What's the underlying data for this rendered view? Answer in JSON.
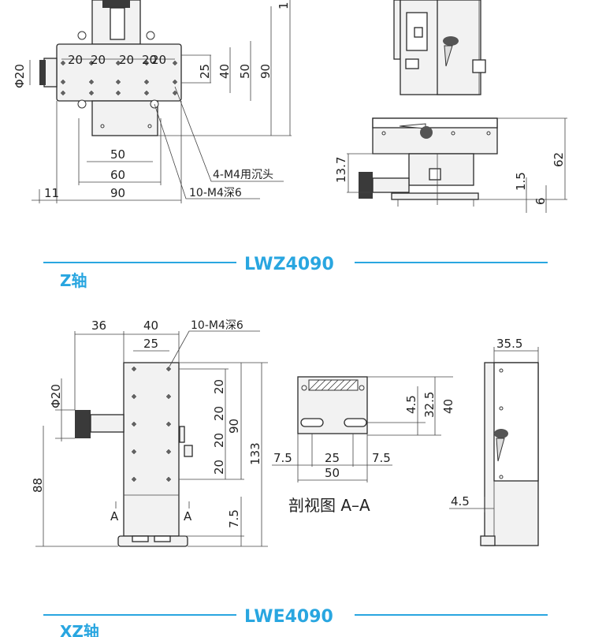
{
  "top_section": {
    "top_view_dims": {
      "pitch": [
        "20",
        "20",
        "20",
        "20",
        "20"
      ],
      "vertical": [
        "25",
        "40",
        "50",
        "90"
      ],
      "bottom": [
        "50",
        "60",
        "90"
      ],
      "knob_dia": "Φ20",
      "left_offset": "11",
      "cut_top": "1"
    },
    "callout_counterbore": "4-M4用沉头",
    "callout_thread": "10-M4深6",
    "side_view_dims": {
      "height": "62",
      "left": "13.7",
      "gap": "1.5",
      "base": "6"
    }
  },
  "section_z": {
    "banner": "LWZ4090",
    "axis_label": "Z轴",
    "front_dims": {
      "top": [
        "36",
        "40"
      ],
      "inner": "25",
      "callout": "10-M4深6",
      "knob_dia": "Φ20",
      "right_pitch": [
        "20",
        "20",
        "20",
        "20"
      ],
      "height_90": "90",
      "height_133": "133",
      "left_88": "88",
      "bottom_7_5": "7.5",
      "section_marks": [
        "A",
        "A"
      ]
    },
    "section_view": {
      "dims_h": [
        "7.5",
        "25",
        "7.5"
      ],
      "width": "50",
      "dims_v": [
        "4.5",
        "32.5",
        "40"
      ],
      "caption": "剖视图 A–A"
    },
    "side_dims": {
      "width": "35.5",
      "offset": "4.5"
    }
  },
  "section_xz": {
    "banner": "LWE4090",
    "axis_label": "XZ轴"
  }
}
